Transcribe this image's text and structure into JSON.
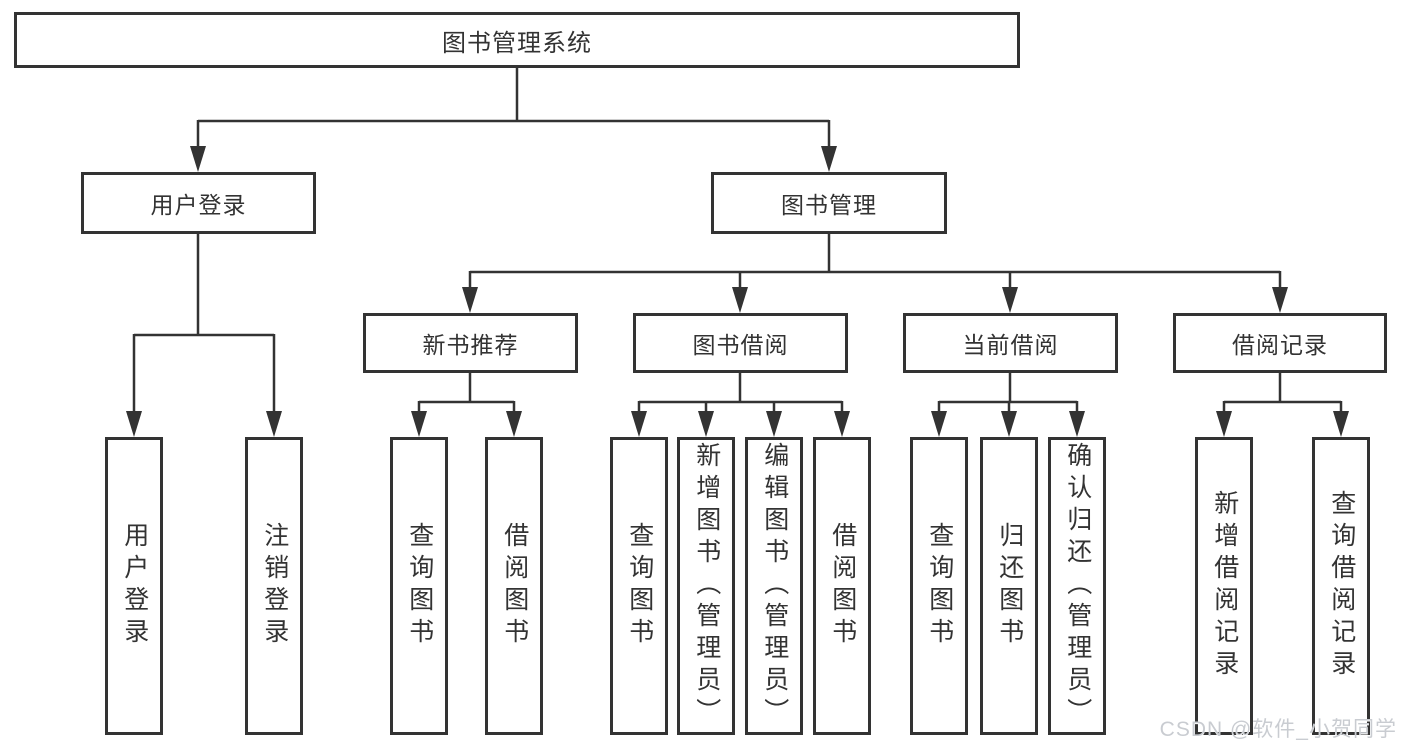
{
  "diagram": {
    "root": {
      "label": "图书管理系统"
    },
    "branches": [
      {
        "label": "用户登录",
        "children": [
          {
            "label": "用户登录"
          },
          {
            "label": "注销登录"
          }
        ]
      },
      {
        "label": "图书管理",
        "children": [
          {
            "label": "新书推荐",
            "children": [
              {
                "label": "查询图书"
              },
              {
                "label": "借阅图书"
              }
            ]
          },
          {
            "label": "图书借阅",
            "children": [
              {
                "label": "查询图书"
              },
              {
                "label": "新增图书（管理员）"
              },
              {
                "label": "编辑图书（管理员）"
              },
              {
                "label": "借阅图书"
              }
            ]
          },
          {
            "label": "当前借阅",
            "children": [
              {
                "label": "查询图书"
              },
              {
                "label": "归还图书"
              },
              {
                "label": "确认归还（管理员）"
              }
            ]
          },
          {
            "label": "借阅记录",
            "children": [
              {
                "label": "新增借阅记录"
              },
              {
                "label": "查询借阅记录"
              }
            ]
          }
        ]
      }
    ]
  },
  "watermark": {
    "text": "CSDN @软件_小贺同学"
  },
  "colors": {
    "line": "#333333",
    "box_border": "#333333",
    "text": "#333333",
    "background": "#ffffff",
    "watermark": "#c9ccd1"
  }
}
